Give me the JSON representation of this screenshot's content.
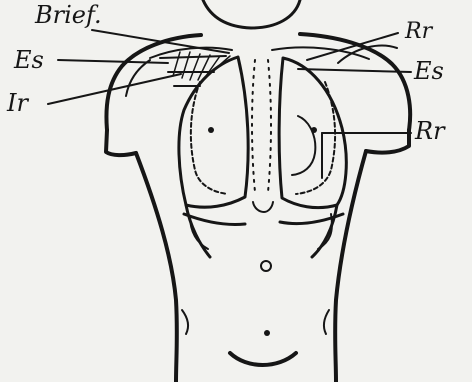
{
  "figure": {
    "labels": {
      "brief": "Brief.",
      "es_left": "Es",
      "ir_left": "Ir",
      "rr_top_right": "Rr",
      "es_right": "Es",
      "rr_mid_right": "Rr"
    },
    "colors": {
      "paper": "#f2f2ef",
      "ink": "#161616"
    }
  }
}
